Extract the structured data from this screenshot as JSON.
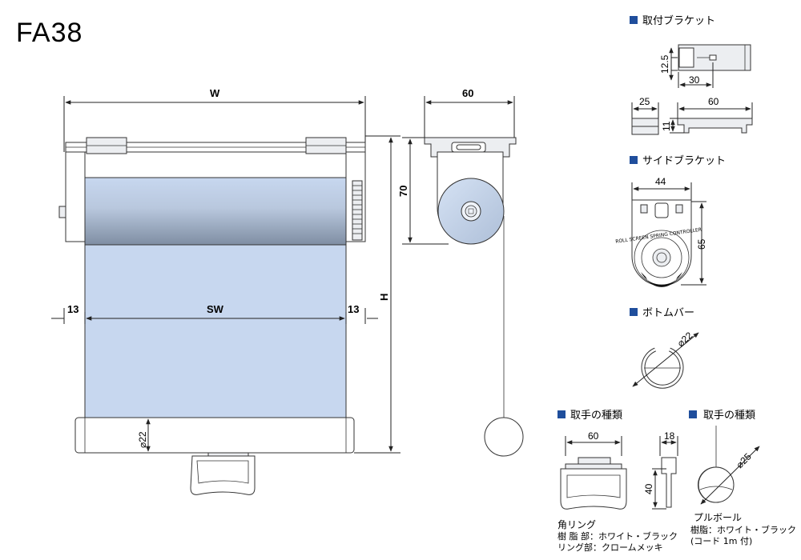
{
  "model": "FA38",
  "front_view": {
    "width_label": "W",
    "screen_width_label": "SW",
    "height_label": "H",
    "left_margin": "13",
    "right_margin": "13",
    "bottom_bar_diameter": "⌀22"
  },
  "side_view": {
    "width_label": "60",
    "height_label": "70"
  },
  "mounting_bracket": {
    "title": "取付ブラケット",
    "dim_12_5": "12.5",
    "dim_30": "30",
    "dim_25": "25",
    "dim_60": "60",
    "dim_11": "11"
  },
  "side_bracket": {
    "title": "サイドブラケット",
    "dim_44": "44",
    "dim_65": "65",
    "ring_text": "ROLL SCREEN SPRING CONTROLLER"
  },
  "bottom_bar": {
    "title": "ボトムバー",
    "diameter": "⌀22"
  },
  "handle_ring": {
    "title": "取手の種類",
    "dim_60": "60",
    "dim_18": "18",
    "dim_40": "40",
    "name": "角リング",
    "resin_line": "樹 脂 部：ホワイト・ブラック",
    "ring_line": "リング部：クロームメッキ"
  },
  "handle_ball": {
    "title": "取手の種類",
    "diameter": "⌀25",
    "name": "プルボール",
    "resin_line": "樹脂：ホワイト・ブラック",
    "cord_line": "(コード 1m 付)"
  },
  "colors": {
    "accent_square": "#1f4e9c",
    "screen_fill": "#c7d7ef",
    "roll_dark": "#8797ab"
  }
}
